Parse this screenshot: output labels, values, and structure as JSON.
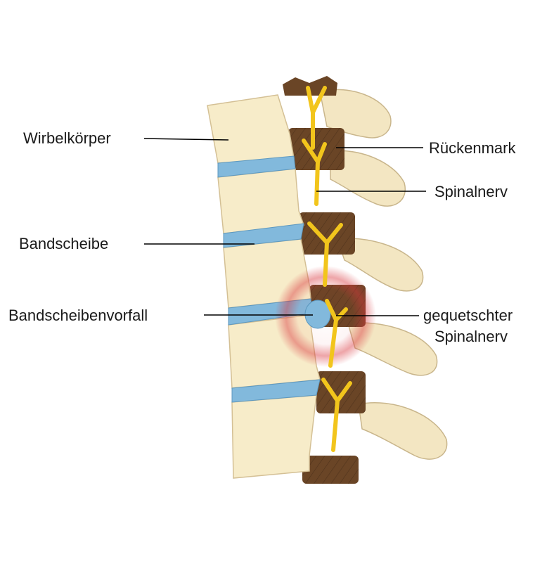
{
  "colors": {
    "bone": "#f7ecc9",
    "bone_shade": "#e9d9ac",
    "bone_outline": "#b9a47a",
    "disc": "#7fb7d9",
    "disc_dark": "#5d98bf",
    "canal": "#5a3b22",
    "canal_light": "#8a6638",
    "nerve": "#f2c51c",
    "nerve_outline": "#c79a0a",
    "pain_glow": "#d9363e",
    "leader": "#000000"
  },
  "labels": {
    "vertebral_body": "Wirbelkörper",
    "spinal_cord": "Rückenmark",
    "spinal_nerve": "Spinalnerv",
    "disc": "Bandscheibe",
    "herniation": "Bandscheibenvorfall",
    "pinched_nerve_line1": "gequetschter",
    "pinched_nerve_line2": "Spinalnerv"
  }
}
